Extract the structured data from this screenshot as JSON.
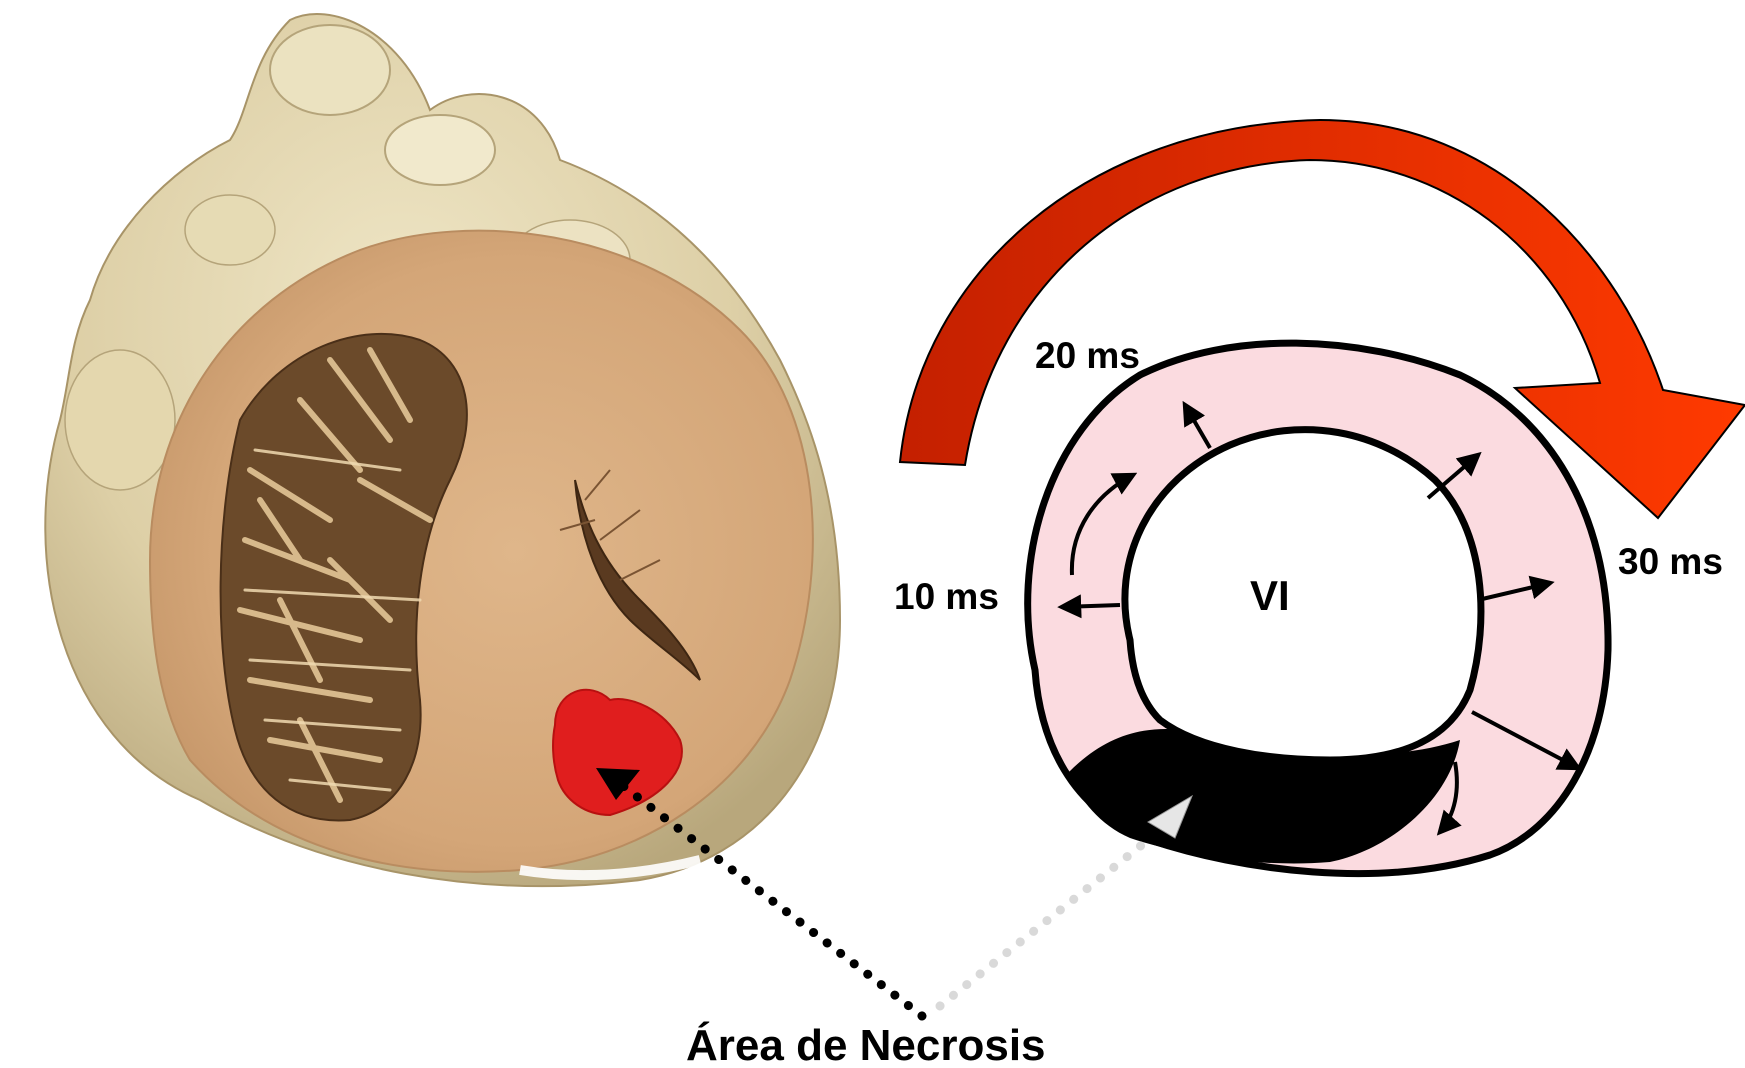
{
  "labels": {
    "time_10": "10 ms",
    "time_20": "20 ms",
    "time_30": "30 ms",
    "ventricle": "VI",
    "necrosis": "Área de Necrosis"
  },
  "figures": {
    "heart_photo": "gross-heart-cross-section",
    "ventricle_diagram": "left-ventricle-activation-diagram"
  },
  "colors": {
    "arc_arrow_start": "#c42000",
    "arc_arrow_end": "#ff3a00",
    "myocardium": "#fbdbe0",
    "necrosis_photo": "#e01e1e",
    "necrosis_diagram": "#000000",
    "pointer_dark": "#000000",
    "pointer_light": "#d9d9d9"
  }
}
